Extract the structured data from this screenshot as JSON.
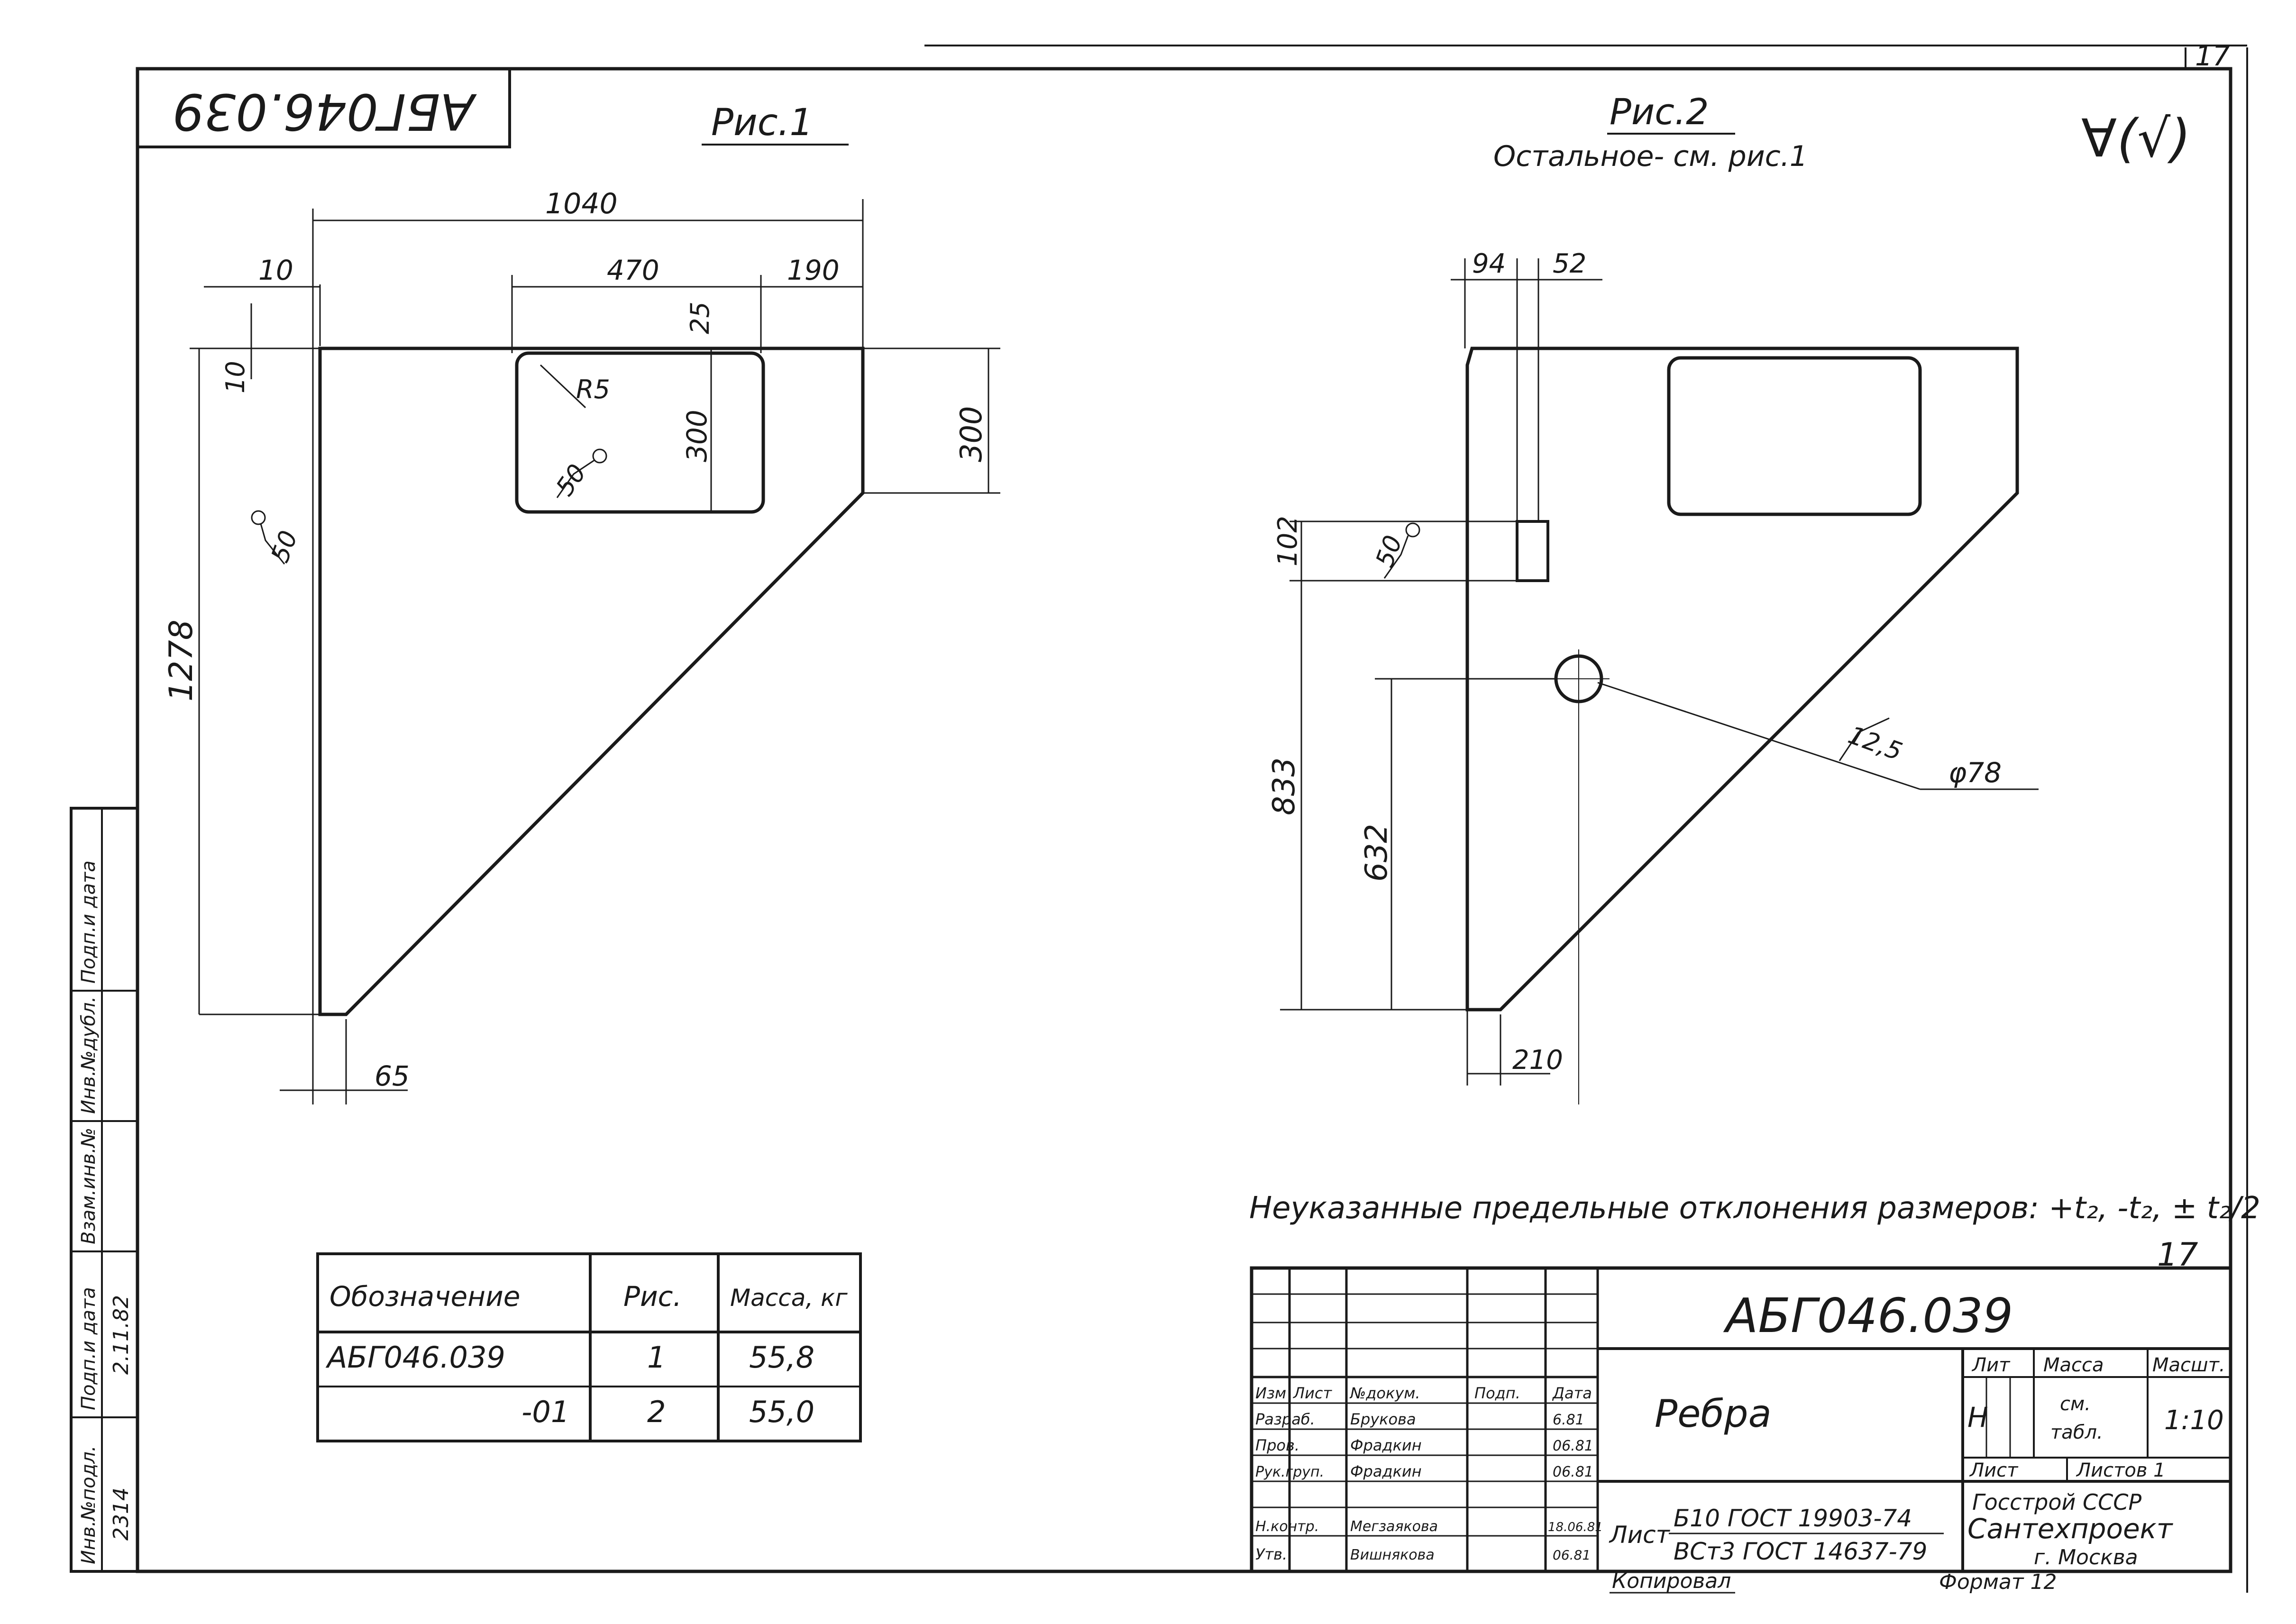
{
  "sheet_number": "17",
  "rotated_code": "АБГ046.039",
  "fig1_label": "Рис.1",
  "fig2_label": "Рис.2",
  "fig2_note": "Остальное- см. рис.1",
  "roughness_symbol": "∀(√)",
  "fig1": {
    "dim_total_width": "1040",
    "dim_left_offset": "10",
    "dim_window_width": "470",
    "dim_right_offset": "190",
    "dim_window_top": "25",
    "dim_top_corner": "10",
    "dim_radius": "R5",
    "dim_window_height": "300",
    "dim_right_height": "300",
    "dim_total_height": "1278",
    "weld_inner": "50",
    "weld_left": "50",
    "dim_bottom": "65"
  },
  "fig2": {
    "dim_a": "94",
    "dim_b": "52",
    "dim_slot": "102",
    "weld": "50",
    "dim_height": "833",
    "dim_hole_height": "632",
    "dim_bottom": "210",
    "roughness": "12,5",
    "hole_dia": "φ78"
  },
  "tolerance_note": "Неуказанные предельные отклонения размеров: +t₂, -t₂, ± t₂/2",
  "tolerance_mark": "17",
  "spec_table": {
    "headers": [
      "Обозначение",
      "Рис.",
      "Масса, кг"
    ],
    "rows": [
      [
        "АБГ046.039",
        "1",
        "55,8"
      ],
      [
        "-01",
        "2",
        "55,0"
      ]
    ]
  },
  "side_strip": [
    "Инв.№подл.",
    "Подп.и дата",
    "Взам.инв.№",
    "Инв.№дубл.",
    "Подп.и дата"
  ],
  "side_values": {
    "inv": "2314",
    "sign_date": "2.11.82"
  },
  "title_block": {
    "designation": "АБГ046.039",
    "name": "Ребра",
    "col_headers": [
      "Изм",
      "Лист",
      "№докум.",
      "Подп.",
      "Дата"
    ],
    "staff": [
      {
        "role": "Разраб.",
        "name": "Брукова",
        "date": "6.81"
      },
      {
        "role": "Пров.",
        "name": "Фрадкин",
        "date": "06.81"
      },
      {
        "role": "Рук.груп.",
        "name": "Фрадкин",
        "date": "06.81"
      },
      {
        "role": "Н.контр.",
        "name": "Мегзаякова",
        "date": "18.06.81"
      },
      {
        "role": "Утв.",
        "name": "Вишнякова",
        "date": "06.81"
      }
    ],
    "material_prefix": "Лист",
    "material_line1": "Б10 ГОСТ 19903-74",
    "material_line2": "ВСт3 ГОСТ 14637-79",
    "lit_header": "Лит",
    "mass_header": "Масса",
    "scale_header": "Масшт.",
    "lit_value": "Н",
    "mass_value_1": "см.",
    "mass_value_2": "табл.",
    "scale_value": "1:10",
    "sheet_label": "Лист",
    "sheets_label": "Листов 1",
    "org_1": "Госстрой СССР",
    "org_2": "Сантехпроект",
    "org_3": "г. Москва"
  },
  "copied_label": "Копировал",
  "format_label": "Формат 12"
}
